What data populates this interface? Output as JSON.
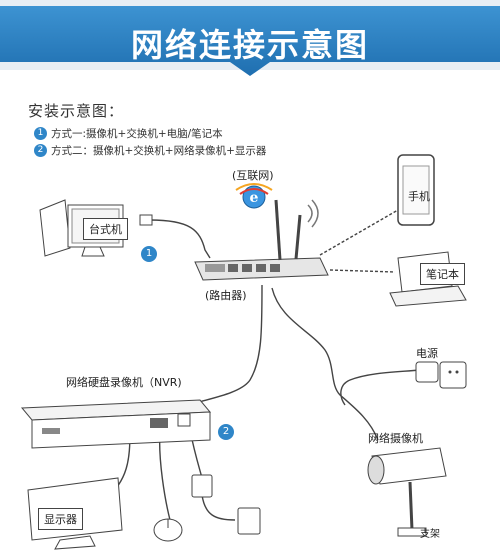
{
  "banner": {
    "title": "网络连接示意图"
  },
  "install": {
    "heading": "安装示意图：",
    "methods": [
      {
        "num": "1",
        "text": "方式一:摄像机+交换机+电脑/笔记本"
      },
      {
        "num": "2",
        "text": "方式二：摄像机+交换机+网络录像机+显示器"
      }
    ]
  },
  "labels": {
    "internet": "(互联网)",
    "desktop": "台式机",
    "phone": "手机",
    "laptop": "笔记本",
    "router": "(路由器)",
    "power": "电源",
    "nvr": "网络硬盘录像机（NVR)",
    "camera": "网络摄像机",
    "monitor": "显示器",
    "bracket": "支架"
  },
  "badges": {
    "one": "1",
    "two": "2"
  },
  "colors": {
    "banner": "#2a7fc0",
    "accent": "#2f86c8",
    "cable": "#444444"
  }
}
